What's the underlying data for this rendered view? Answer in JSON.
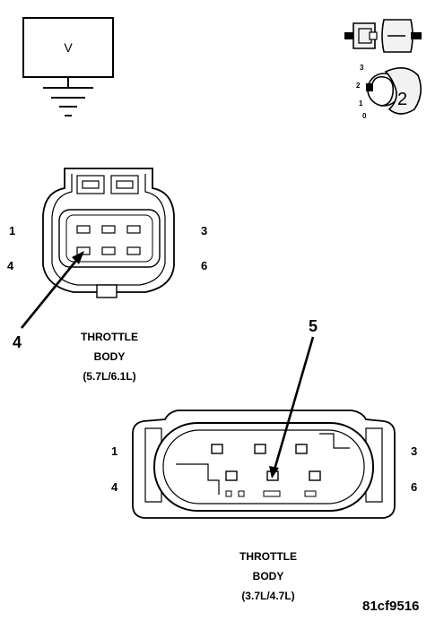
{
  "meter_symbol": {
    "letter": "V"
  },
  "key_switch": {
    "positions": [
      "3",
      "2",
      "1",
      "0"
    ],
    "key_number": "2"
  },
  "connector_upper": {
    "pin_labels": {
      "top_left": "1",
      "top_right": "3",
      "bottom_left": "4",
      "bottom_right": "6"
    },
    "callout": "4",
    "caption": [
      "THROTTLE",
      "BODY",
      "(5.7L/6.1L)"
    ]
  },
  "connector_lower": {
    "pin_labels": {
      "top_left": "1",
      "top_right": "3",
      "bottom_left": "4",
      "bottom_right": "6"
    },
    "callout": "5",
    "caption": [
      "THROTTLE",
      "BODY",
      "(3.7L/4.7L)"
    ]
  },
  "figure_code": "81cf9516"
}
